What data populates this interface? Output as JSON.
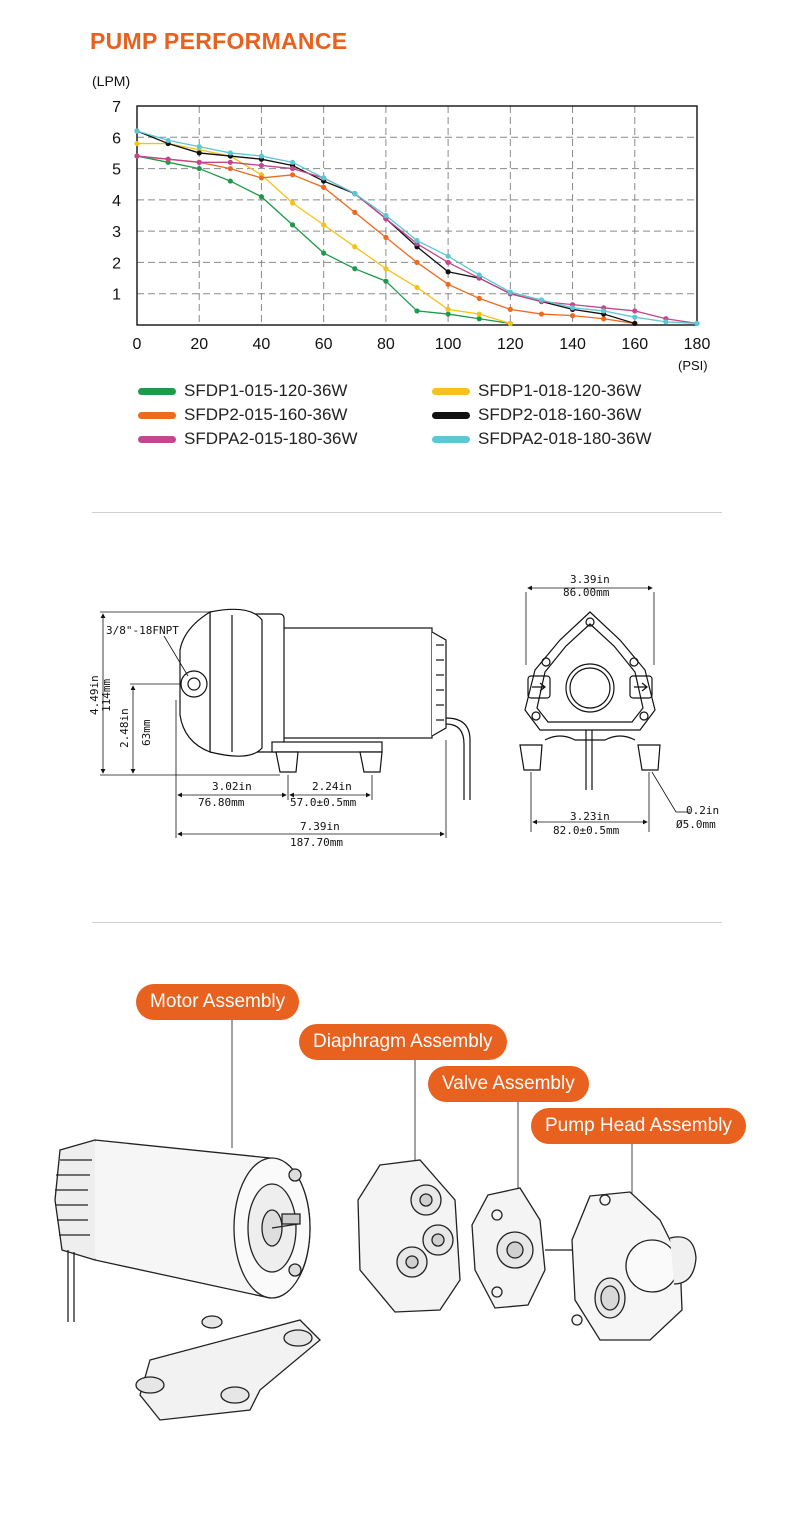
{
  "title": "PUMP PERFORMANCE",
  "chart_data": {
    "type": "line",
    "title": "PUMP PERFORMANCE",
    "ylabel": "(LPM)",
    "xlabel": "(PSI)",
    "xlim": [
      0,
      180
    ],
    "ylim": [
      0,
      7
    ],
    "x_ticks": [
      0,
      20,
      40,
      60,
      80,
      100,
      120,
      140,
      160,
      180
    ],
    "y_ticks": [
      1,
      2,
      3,
      4,
      5,
      6,
      7
    ],
    "grid": true,
    "legend_position": "below",
    "series": [
      {
        "name": "SFDP1-015-120-36W",
        "color": "#1f9a4a",
        "x": [
          0,
          10,
          20,
          30,
          40,
          50,
          60,
          70,
          80,
          90,
          100,
          110,
          120
        ],
        "y": [
          5.4,
          5.2,
          5.0,
          4.6,
          4.1,
          3.2,
          2.3,
          1.8,
          1.4,
          0.45,
          0.35,
          0.2,
          0.05
        ]
      },
      {
        "name": "SFDP1-018-120-36W",
        "color": "#f5c21b",
        "x": [
          0,
          10,
          20,
          30,
          40,
          50,
          60,
          70,
          80,
          90,
          100,
          110,
          120
        ],
        "y": [
          5.8,
          5.8,
          5.6,
          5.4,
          4.8,
          3.9,
          3.2,
          2.5,
          1.8,
          1.2,
          0.5,
          0.35,
          0.05
        ]
      },
      {
        "name": "SFDP2-015-160-36W",
        "color": "#ee6a1f",
        "x": [
          0,
          10,
          20,
          30,
          40,
          50,
          60,
          70,
          80,
          90,
          100,
          110,
          120,
          130,
          140,
          150,
          160
        ],
        "y": [
          5.4,
          5.3,
          5.2,
          5.0,
          4.7,
          4.8,
          4.4,
          3.6,
          2.8,
          2.0,
          1.3,
          0.85,
          0.5,
          0.35,
          0.3,
          0.2,
          0.05
        ]
      },
      {
        "name": "SFDP2-018-160-36W",
        "color": "#111111",
        "x": [
          0,
          10,
          20,
          30,
          40,
          50,
          60,
          70,
          80,
          90,
          100,
          110,
          120,
          130,
          140,
          150,
          160
        ],
        "y": [
          6.2,
          5.8,
          5.5,
          5.4,
          5.3,
          5.1,
          4.6,
          4.2,
          3.4,
          2.5,
          1.7,
          1.5,
          1.0,
          0.75,
          0.5,
          0.35,
          0.05
        ]
      },
      {
        "name": "SFDPA2-015-180-36W",
        "color": "#c2478c",
        "x": [
          0,
          10,
          20,
          30,
          40,
          50,
          60,
          70,
          80,
          90,
          100,
          110,
          120,
          130,
          140,
          150,
          160,
          170,
          180
        ],
        "y": [
          5.4,
          5.3,
          5.2,
          5.2,
          5.1,
          5.0,
          4.7,
          4.2,
          3.4,
          2.6,
          2.0,
          1.5,
          1.0,
          0.75,
          0.65,
          0.55,
          0.45,
          0.2,
          0.05
        ]
      },
      {
        "name": "SFDPA2-018-180-36W",
        "color": "#5ec6d4",
        "x": [
          0,
          10,
          20,
          30,
          40,
          50,
          60,
          70,
          80,
          90,
          100,
          110,
          120,
          130,
          140,
          150,
          160,
          170,
          180
        ],
        "y": [
          6.2,
          5.9,
          5.7,
          5.5,
          5.4,
          5.2,
          4.7,
          4.2,
          3.5,
          2.7,
          2.2,
          1.6,
          1.05,
          0.8,
          0.55,
          0.45,
          0.25,
          0.1,
          0.05
        ]
      }
    ]
  },
  "legend": [
    {
      "label": "SFDP1-015-120-36W",
      "color": "#1f9a4a"
    },
    {
      "label": "SFDP1-018-120-36W",
      "color": "#f5c21b"
    },
    {
      "label": "SFDP2-015-160-36W",
      "color": "#ee6a1f"
    },
    {
      "label": "SFDP2-018-160-36W",
      "color": "#111111"
    },
    {
      "label": "SFDPA2-015-180-36W",
      "color": "#c2478c"
    },
    {
      "label": "SFDPA2-018-180-36W",
      "color": "#5ec6d4"
    }
  ],
  "dimensions": {
    "thread": "3/8\"-18FNPT",
    "height_total": "4.49in",
    "height_total_mm": "114mm",
    "height_port": "2.48in",
    "height_port_mm": "63mm",
    "mount_offset": "3.02in",
    "mount_offset_mm": "76.80mm",
    "mount_spacing": "2.24in",
    "mount_spacing_mm": "57.0±0.5mm",
    "length_total": "7.39in",
    "length_total_mm": "187.70mm",
    "width_total": "3.39in",
    "width_total_mm": "86.00mm",
    "foot_spacing": "3.23in",
    "foot_spacing_mm": "82.0±0.5mm",
    "hole_dia": "0.2in",
    "hole_dia_mm": "Ø5.0mm"
  },
  "assembly": {
    "motor": "Motor Assembly",
    "diaphragm": "Diaphragm Assembly",
    "valve": "Valve Assembly",
    "pump_head": "Pump Head Assembly"
  },
  "colors": {
    "accent": "#e8611e",
    "grid": "#8a8a8a"
  }
}
